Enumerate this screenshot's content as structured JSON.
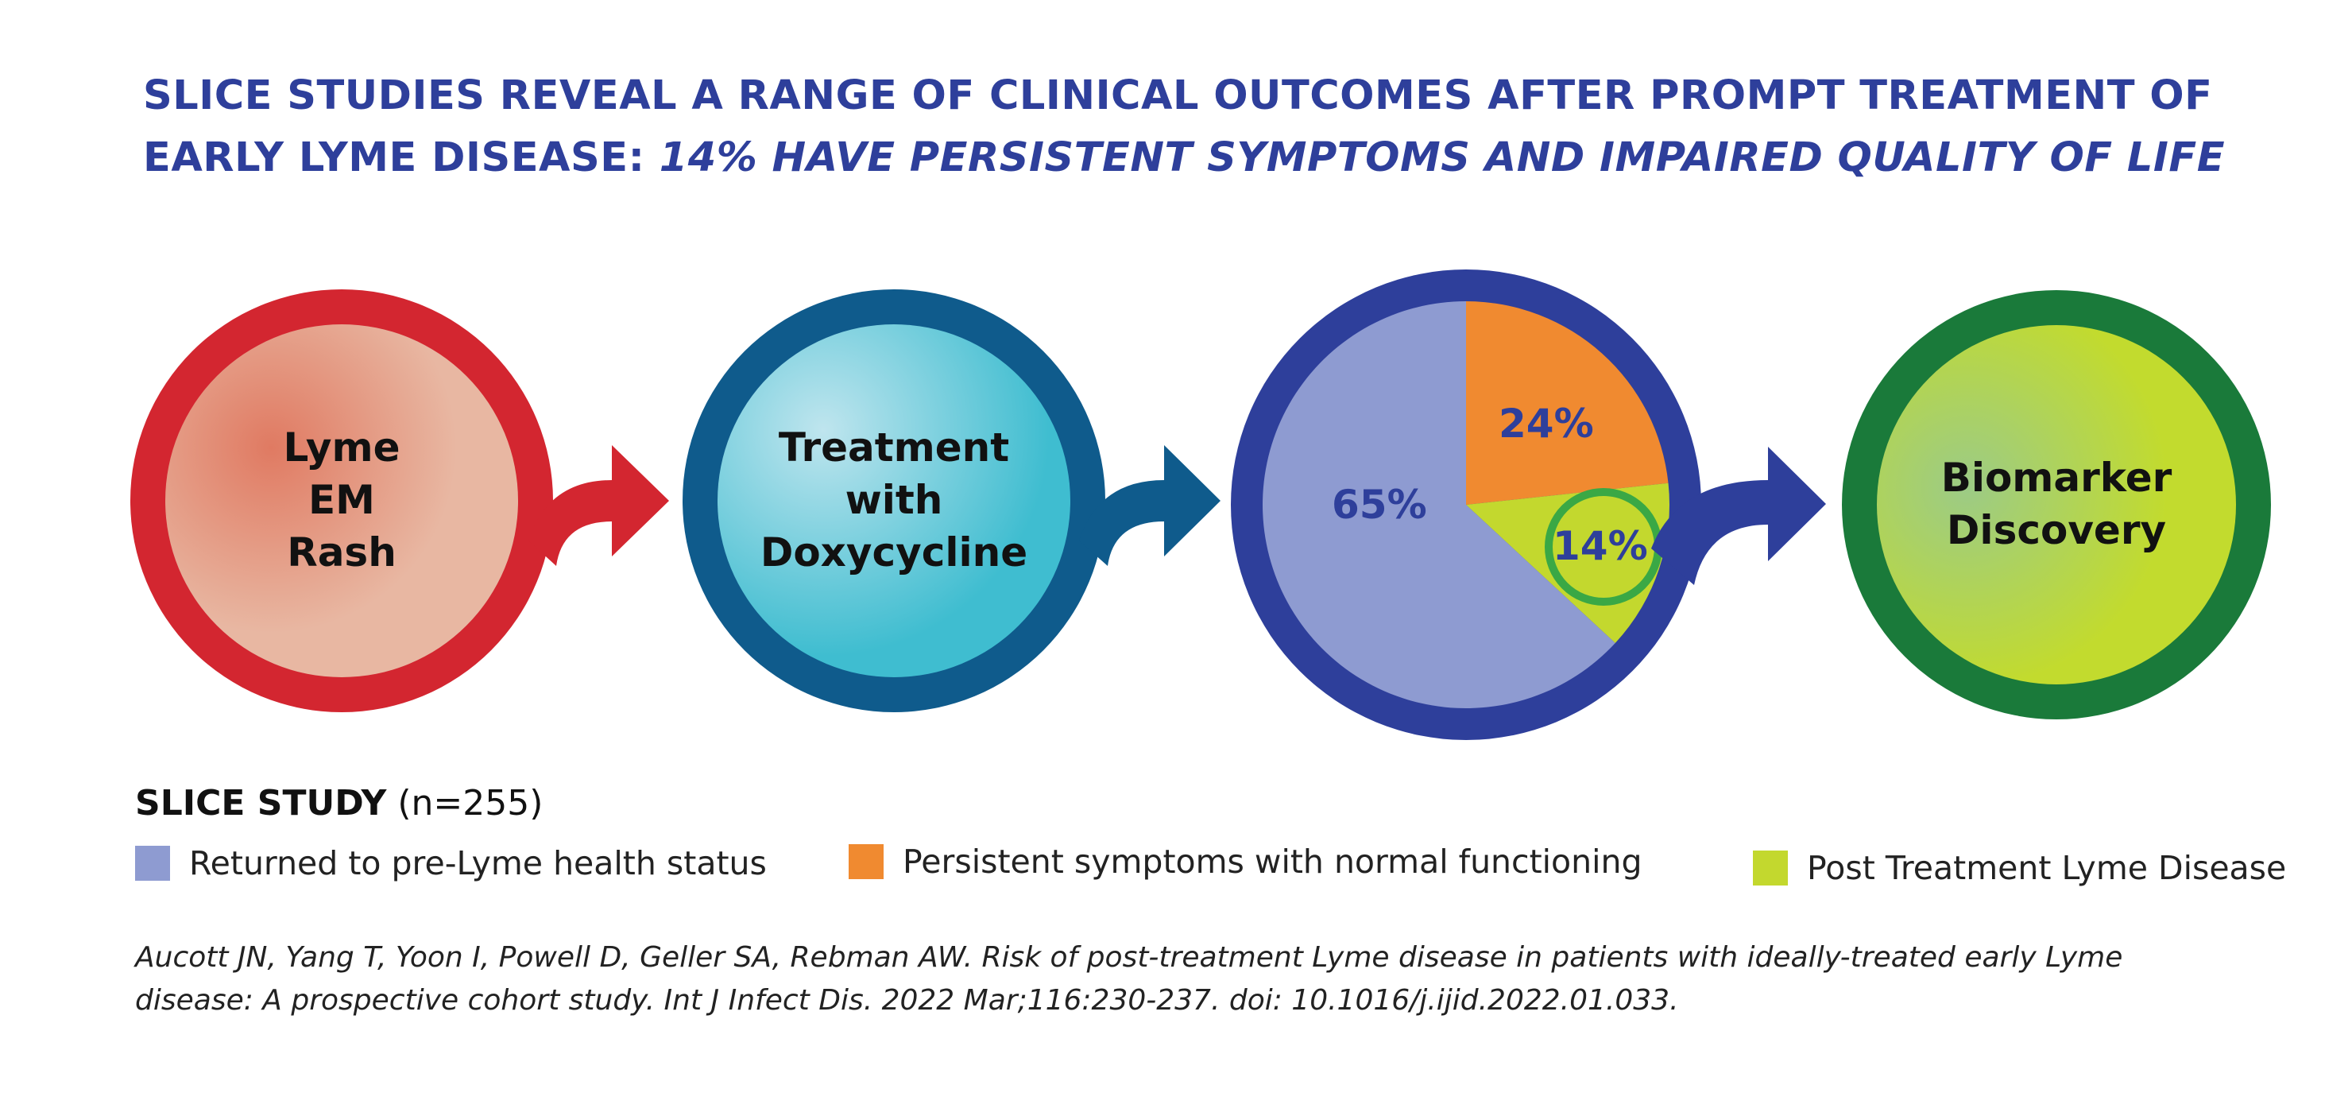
{
  "title": {
    "line1": "SLICE STUDIES REVEAL A RANGE OF CLINICAL OUTCOMES AFTER PROMPT TREATMENT OF",
    "line2_plain": "EARLY LYME DISEASE: ",
    "line2_italic": "14% HAVE PERSISTENT SYMPTOMS AND IMPAIRED QUALITY OF LIFE"
  },
  "steps": [
    {
      "lines": [
        "Lyme",
        "EM",
        "Rash"
      ],
      "ring_color": "#d32630",
      "fill_from": "#e07a62",
      "fill_to": "#e8b7a2"
    },
    {
      "lines": [
        "Treatment",
        "with",
        "Doxycycline"
      ],
      "ring_color": "#0f5b8c",
      "fill_from": "#bfe5ee",
      "fill_to": "#3fbdd0"
    },
    {
      "lines": [
        "Biomarker",
        "Discovery"
      ],
      "ring_color": "#1a7a3a",
      "fill_from": "#9ccb86",
      "fill_to": "#c2db2e"
    }
  ],
  "pie": {
    "ring_color": "#2e3f9b",
    "labels": {
      "returned": "65%",
      "persistent": "24%",
      "ptld": "14%"
    }
  },
  "chart_data": {
    "type": "pie",
    "categories": [
      "Returned to pre-Lyme health status",
      "Persistent symptoms with normal functioning",
      "Post Treatment Lyme Disease"
    ],
    "values": [
      65,
      24,
      14
    ],
    "value_labels": [
      "65%",
      "24%",
      "14%"
    ],
    "colors": [
      "#8e9bd1",
      "#f08a30",
      "#c3d82e"
    ]
  },
  "legend": {
    "heading_bold": "SLICE STUDY",
    "heading_rest": " (n=255)",
    "items": [
      {
        "label": "Returned to pre-Lyme health status",
        "color": "#8e9bd1"
      },
      {
        "label": "Persistent symptoms with normal functioning",
        "color": "#f08a30"
      },
      {
        "label": "Post Treatment Lyme Disease",
        "color": "#c3d82e"
      }
    ]
  },
  "citation": {
    "line1": "Aucott JN, Yang T, Yoon I, Powell D, Geller SA, Rebman AW. Risk of post-treatment Lyme disease in patients with ideally-treated early Lyme",
    "line2": "disease: A prospective cohort study. Int J Infect Dis. 2022 Mar;116:230-237. doi: 10.1016/j.ijid.2022.01.033."
  }
}
